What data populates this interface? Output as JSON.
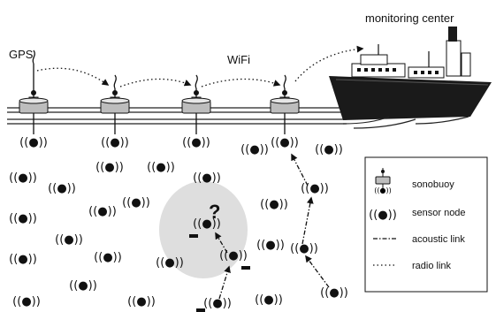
{
  "labels": {
    "gps": "GPS",
    "wifi": "WiFi",
    "monitoring_center": "monitoring center",
    "unknown": "?"
  },
  "legend": {
    "items": [
      {
        "icon": "sonobuoy-icon",
        "label": "sonobuoy"
      },
      {
        "icon": "sensor-node-icon",
        "label": "sensor node"
      },
      {
        "icon": "acoustic-link-icon",
        "label": "acoustic link"
      },
      {
        "icon": "radio-link-icon",
        "label": "radio link"
      }
    ]
  },
  "colors": {
    "ink": "#111111",
    "buoy": "#bdbdbd",
    "ship_hull": "#1a1a1a",
    "hole_region": "#dedede",
    "background": "#ffffff"
  }
}
